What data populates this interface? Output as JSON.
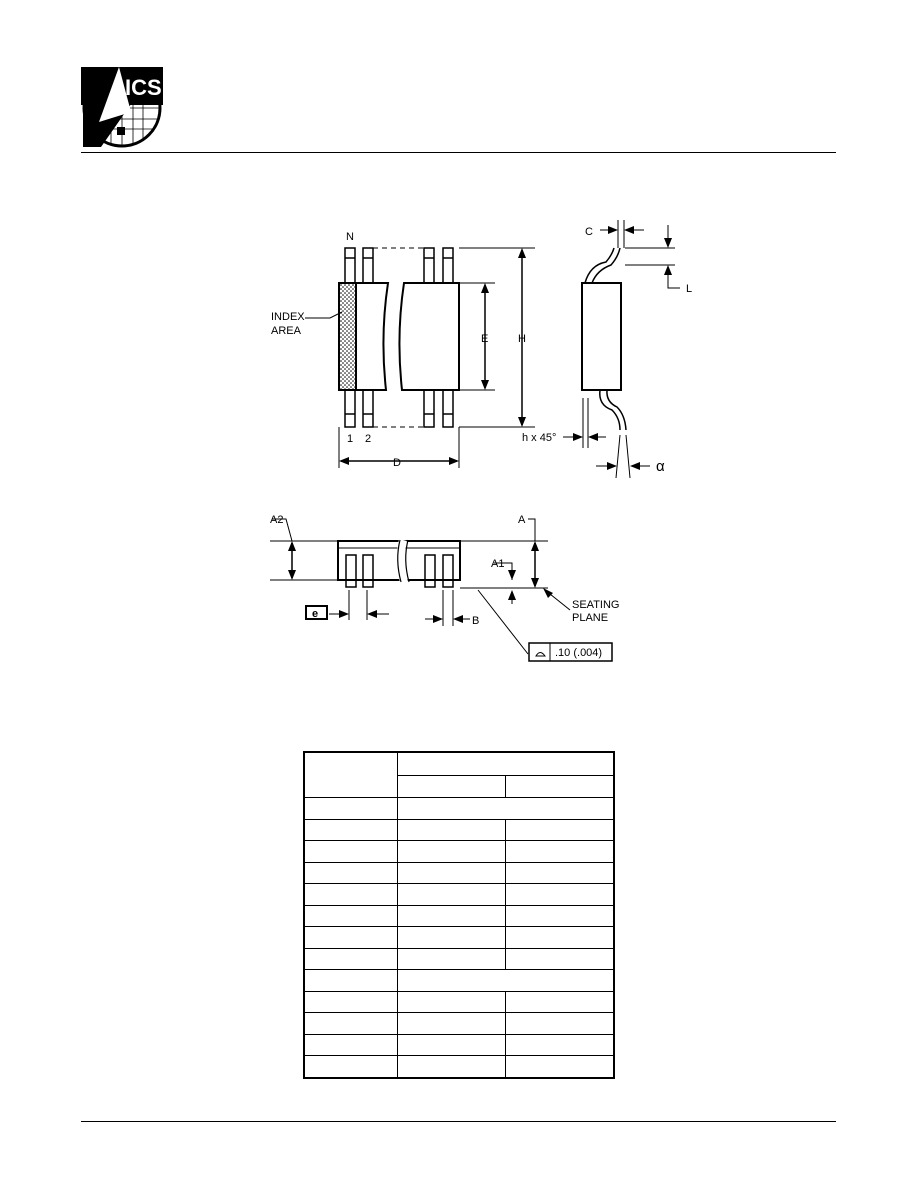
{
  "logo": {
    "text": "ICS"
  },
  "drawing": {
    "top_view": {
      "pin_n": "N",
      "pin_1": "1",
      "pin_2": "2",
      "index_area_line1": "INDEX",
      "index_area_line2": "AREA",
      "dim_e": "E",
      "dim_h": "H",
      "dim_d": "D"
    },
    "side_view": {
      "dim_c": "C",
      "dim_l": "L",
      "dim_h45": "h x 45°",
      "dim_alpha": "α"
    },
    "front_view": {
      "dim_a2": "A2",
      "dim_a": "A",
      "dim_a1": "A1",
      "dim_e_box": "e",
      "dim_b": "B",
      "seating_line1": "SEATING",
      "seating_line2": "PLANE",
      "flatness": ".10 (.004)"
    }
  },
  "table": {
    "rows": 15,
    "cols": 3
  }
}
